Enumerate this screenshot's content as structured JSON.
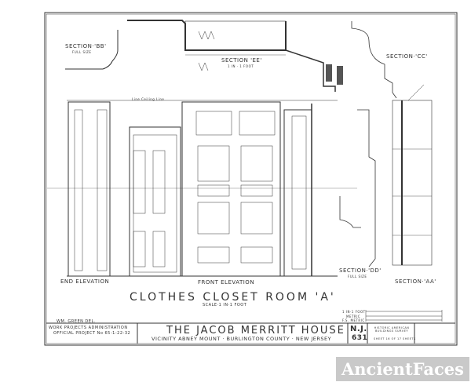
{
  "drawing": {
    "sections": {
      "bb": {
        "label": "SECTION·'BB'",
        "note": "FULL SIZE"
      },
      "ee": {
        "label": "SECTION 'EE'",
        "note": "1 IN · 1 FOOT"
      },
      "cc": {
        "label": "SECTION·'CC'"
      },
      "dd": {
        "label": "SECTION·'DD'",
        "note": "FULL SIZE"
      },
      "aa": {
        "label": "SECTION·'AA'"
      }
    },
    "ceiling_note": "Line Ceiling Line",
    "end_elevation": "END ELEVATION",
    "front_elevation": "FRONT ELEVATION",
    "title": "CLOTHES CLOSET ROOM 'A'",
    "scale": "SCALE·1 IN·1 FOOT",
    "scale_bar_labels": [
      "1 IN·1 FOOT",
      "METRIC",
      "F.S. METRIC"
    ],
    "delineator": "WM. GREEN  DEL."
  },
  "title_block": {
    "agency": "WORK PROJECTS ADMINISTRATION",
    "project": "OFFICIAL PROJECT No 65-1-22-32",
    "building_name": "THE JACOB MERRITT HOUSE",
    "location": "VICINITY ABNEY MOUNT · BURLINGTON COUNTY · NEW JERSEY",
    "survey_state": "N.J.",
    "survey_number": "631",
    "survey_name": "HISTORIC AMERICAN BUILDINGS SURVEY",
    "sheet": "SHEET 16 OF 17 SHEETS"
  },
  "watermark": "AncientFaces"
}
